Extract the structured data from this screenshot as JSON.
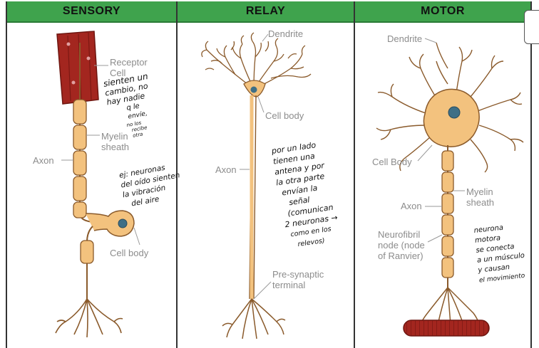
{
  "headers": {
    "sensory": "SENSORY",
    "relay": "RELAY",
    "motor": "MOTOR"
  },
  "sensory": {
    "receptor_cell": "Receptor Cell",
    "myelin_sheath": "Myelin sheath",
    "axon": "Axon",
    "cell_body": "Cell body",
    "note1": [
      "sienten un",
      "cambio, no",
      "hay nadie",
      "q le",
      "envíe,",
      "no los",
      "recibe",
      "otra"
    ],
    "note2": [
      "ej: neuronas",
      "del oído sienten",
      "la vibración",
      "del aire"
    ]
  },
  "relay": {
    "dendrite": "Dendrite",
    "cell_body": "Cell body",
    "axon": "Axon",
    "pre_synaptic_terminal": "Pre-synaptic terminal",
    "note": [
      "por un lado",
      "tienen una",
      "antena y por",
      "la otra parte",
      "envían la",
      "señal",
      "(comunican",
      "2 neuronas →",
      "como en los",
      "relevos)"
    ]
  },
  "motor": {
    "dendrite": "Dendrite",
    "cell_body": "Cell Body",
    "myelin_sheath": "Myelin sheath",
    "axon": "Axon",
    "neurofibril_node": "Neurofibril node (node of Ranvier)",
    "note": [
      "neurona",
      "motora",
      "se conecta",
      "a un músculo",
      "y causan",
      "el movimiento"
    ]
  },
  "colors": {
    "header_green": "#3fa34d",
    "neuron_fill": "#f3c27e",
    "neuron_stroke": "#8a5a2b",
    "receptor_red": "#a3261f",
    "nucleus_blue": "#3f6f86",
    "label_gray": "#8c8c8c"
  }
}
